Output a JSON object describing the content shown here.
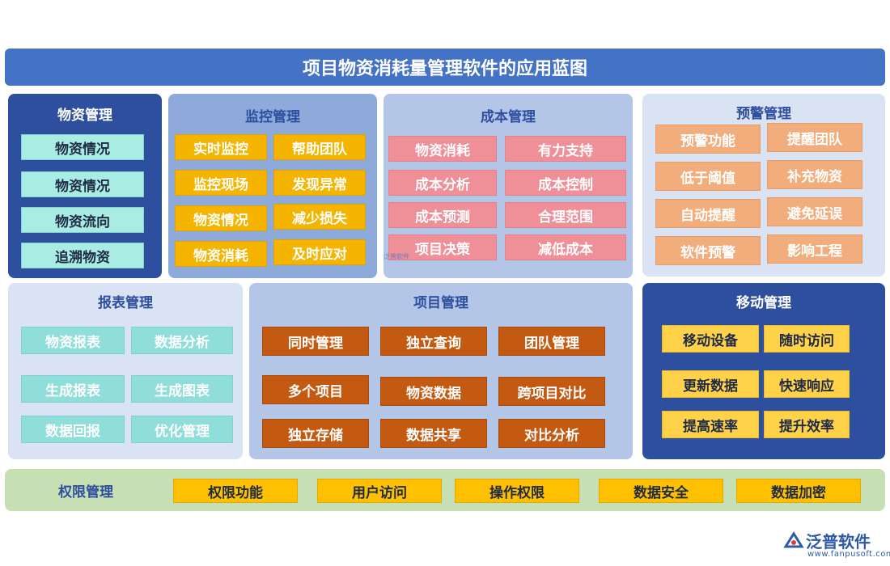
{
  "title": "项目物资消耗量管理软件的应用蓝图",
  "panels": {
    "material": {
      "title": "物资管理",
      "items": [
        "物资情况",
        "物资情况",
        "物资流向",
        "追溯物资"
      ]
    },
    "monitor": {
      "title": "监控管理",
      "items": [
        "实时监控",
        "帮助团队",
        "监控现场",
        "发现异常",
        "物资情况",
        "减少损失",
        "物资消耗",
        "及时应对"
      ]
    },
    "cost": {
      "title": "成本管理",
      "items": [
        "物资消耗",
        "有力支持",
        "成本分析",
        "成本控制",
        "成本预测",
        "合理范围",
        "项目决策",
        "减低成本"
      ]
    },
    "warning": {
      "title": "预警管理",
      "items": [
        "预警功能",
        "提醒团队",
        "低于阈值",
        "补充物资",
        "自动提醒",
        "避免延误",
        "软件预警",
        "影响工程"
      ]
    },
    "report": {
      "title": "报表管理",
      "items": [
        "物资报表",
        "数据分析",
        "生成报表",
        "生成图表",
        "数据回报",
        "优化管理"
      ]
    },
    "project": {
      "title": "项目管理",
      "items": [
        "同时管理",
        "独立查询",
        "团队管理",
        "多个项目",
        "物资数据",
        "跨项目对比",
        "独立存储",
        "数据共享",
        "对比分析"
      ]
    },
    "mobile": {
      "title": "移动管理",
      "items": [
        "移动设备",
        "随时访问",
        "更新数据",
        "快速响应",
        "提高速率",
        "提升效率"
      ]
    },
    "permission": {
      "title": "权限管理",
      "items": [
        "权限功能",
        "用户访问",
        "操作权限",
        "数据安全",
        "数据加密"
      ]
    }
  },
  "watermark": "泛普软件",
  "logo": {
    "name": "泛普软件",
    "url": "www.fanpusoft.com"
  },
  "colors": {
    "title_bar": "#4472c4",
    "dark_panel": "#2e4f9e",
    "mid_panel": "#8eaadb",
    "light_panel": "#b4c6e7",
    "pale_panel": "#dae3f3",
    "bottom_bar": "#c6e0b4"
  }
}
